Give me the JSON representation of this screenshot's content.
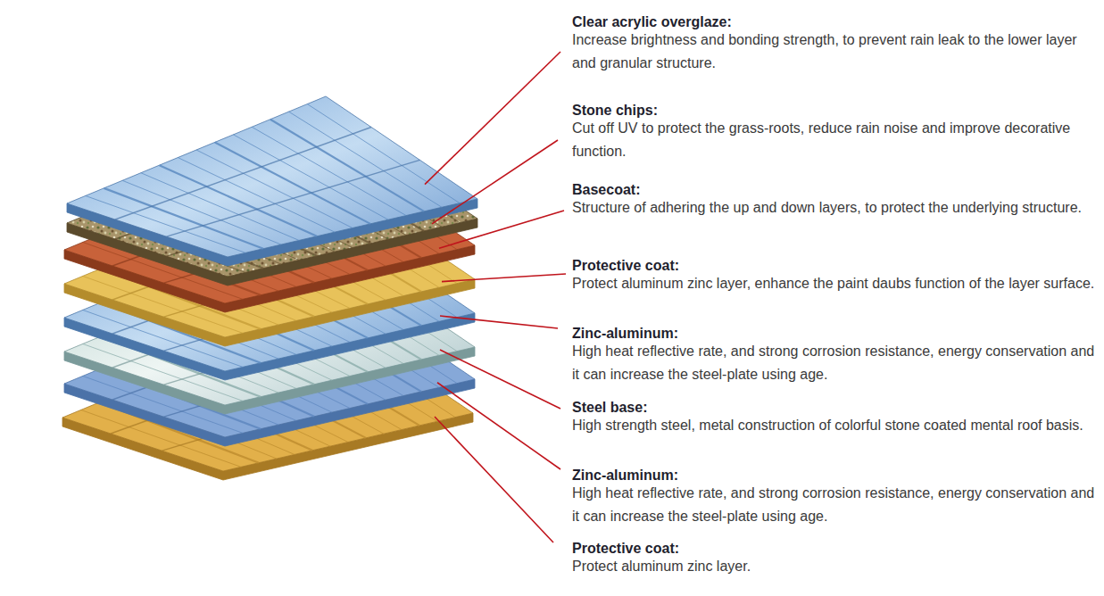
{
  "diagram": {
    "labels": [
      "Clear acrylic overglaze:",
      "Increase brightness and bonding strength, to prevent rain leak to the lower layer and granular structure.",
      "Stone chips:",
      "Cut off UV to protect the grass-roots, reduce rain noise and improve decorative function.",
      "Basecoat:",
      "Structure of adhering the up and down layers, to protect the underlying structure.",
      "Protective coat:",
      "Protect aluminum zinc layer, enhance the paint daubs function of the layer surface.",
      "Zinc-aluminum:",
      "High heat reflective rate, and strong corrosion resistance, energy conservation and it can increase the steel-plate using age.",
      "Steel base:",
      "High strength steel, metal construction of colorful stone coated mental roof basis.",
      "Zinc-aluminum:",
      "High heat reflective rate, and strong corrosion resistance, energy conservation and it can increase the steel-plate using age.",
      "Protective coat:",
      "Protect aluminum zinc layer."
    ]
  }
}
